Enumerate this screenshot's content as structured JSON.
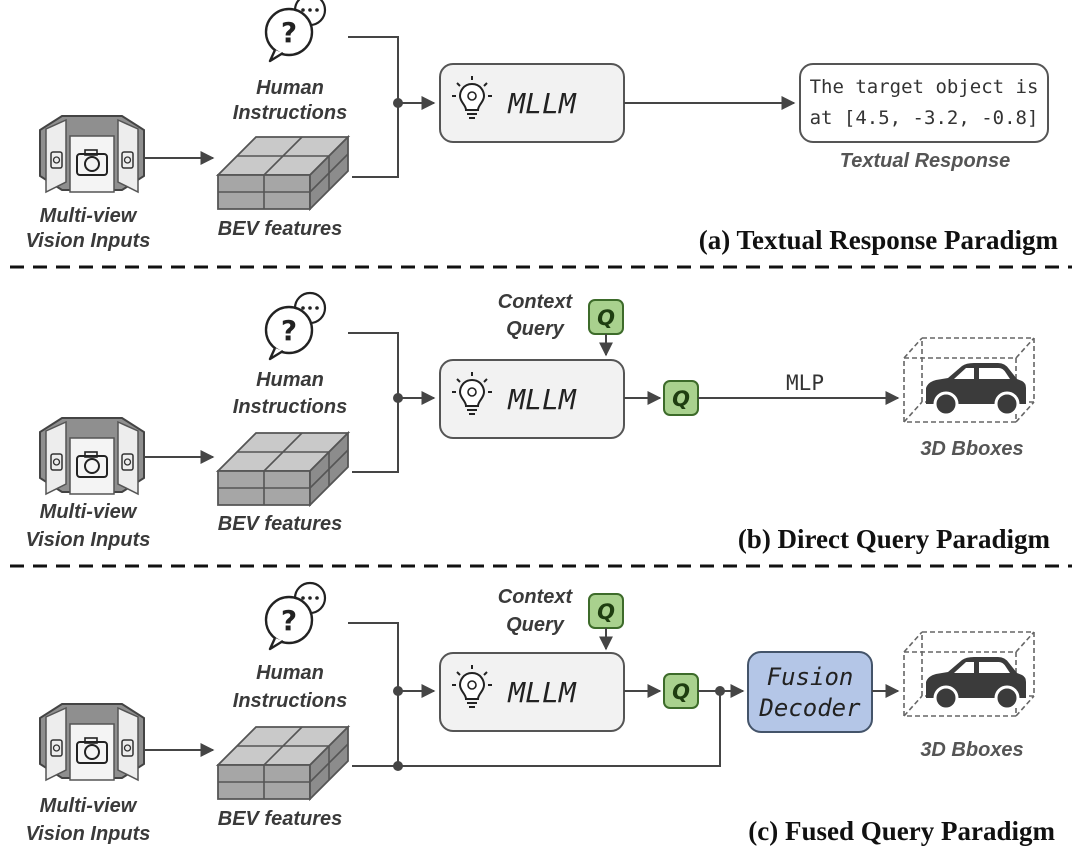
{
  "common": {
    "human_instructions": [
      "Human",
      "Instructions"
    ],
    "bev_features": "BEV features",
    "multi_view": [
      "Multi-view",
      "Vision Inputs"
    ],
    "mllm_label": "MLLM",
    "query_letter": "Q",
    "context_query": [
      "Context",
      "Query"
    ],
    "speech_dots": "…",
    "question_mark": "?"
  },
  "panel_a": {
    "title": "(a) Textual Response Paradigm",
    "response_text": [
      "The target object is",
      "at [4.5, -3.2, -0.8]"
    ],
    "response_label": "Textual Response"
  },
  "panel_b": {
    "title": "(b) Direct Query Paradigm",
    "mlp_label": "MLP",
    "output_label": "3D Bboxes"
  },
  "panel_c": {
    "title": "(c) Fused Query Paradigm",
    "fusion_decoder": [
      "Fusion",
      "Decoder"
    ],
    "output_label": "3D Bboxes"
  },
  "colors": {
    "query_fill": "#a9d18e",
    "query_stroke": "#3d6b2a",
    "mllm_fill": "#f2f2f2",
    "fusion_fill": "#b4c6e7",
    "fusion_stroke": "#44546a",
    "bev_top": "#c9c9c9",
    "bev_front": "#a6a6a6",
    "bev_side": "#8c8c8c"
  }
}
